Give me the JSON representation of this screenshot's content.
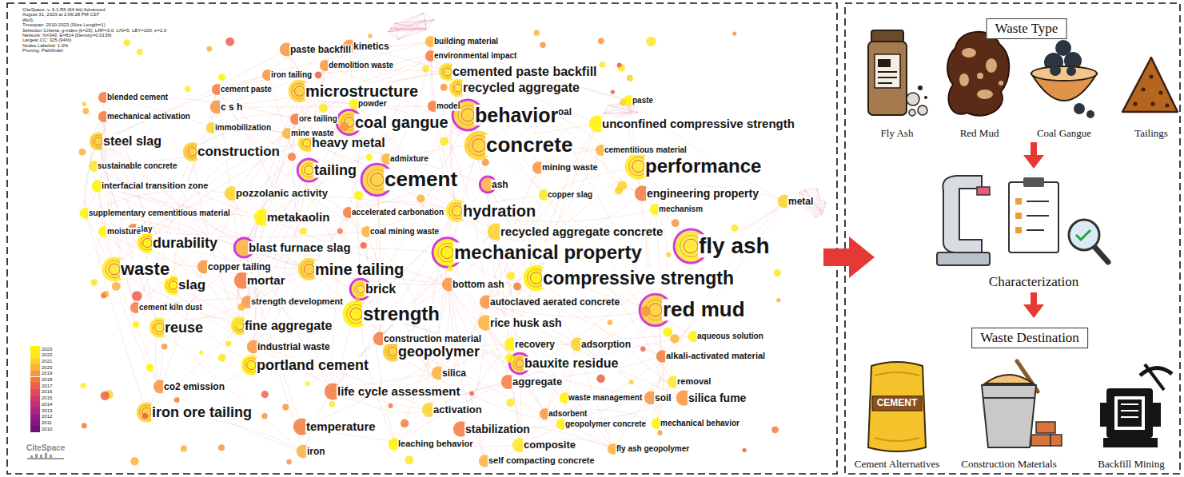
{
  "diagram": {
    "nodes": [
      {
        "text": [
          "Waste Type"
        ]
      },
      {
        "text": [
          "Waste Destination"
        ]
      }
    ],
    "labels": [
      "CiteSpace, v. 6.1.R6 (64-bit) Advanced",
      "August 31, 2023 at 2:06:28 PM CST",
      "WoS:",
      "Timespan: 2010-2023 (Slice Length=1)",
      "Selection Criteria: g-index (k=25), LRF=3.0, L/N=5, LBY=100, e=2.0",
      "Network: N=343, E=814 (Density=0.0139)",
      "Largest CC: 325 (94%)",
      "Nodes Labeled: 1.0%",
      "Pruning: Pathfinder",
      "paste backfill",
      "kinetics",
      "building material",
      "environmental impact",
      "demolition waste",
      "cemented paste backfill",
      "iron tailing",
      "cement paste",
      "microstructure",
      "recycled aggregate",
      "blended cement",
      "paste",
      "powder",
      "model",
      "c s h",
      "coal",
      "behavior",
      "mechanical activation",
      "ore tailing",
      "coal gangue",
      "unconfined compressive strength",
      "immobilization",
      "mine waste",
      "steel slag",
      "heavy metal",
      "concrete",
      "cementitious material",
      "construction",
      "admixture",
      "sustainable concrete",
      "performance",
      "mining waste",
      "tailing",
      "cement",
      "ash",
      "interfacial transition zone",
      "pozzolanic activity",
      "engineering property",
      "copper slag",
      "metal",
      "mechanism",
      "hydration",
      "accelerated carbonation",
      "supplementary cementitious material",
      "metakaolin",
      "clay",
      "moisture",
      "coal mining waste",
      "recycled aggregate concrete",
      "durability",
      "blast furnace slag",
      "fly ash",
      "mechanical property",
      "copper tailing",
      "waste",
      "mine tailing",
      "compressive strength",
      "mortar",
      "bottom ash",
      "slag",
      "brick",
      "strength development",
      "autoclaved aerated concrete",
      "cement kiln dust",
      "red mud",
      "strength",
      "rice husk ash",
      "fine aggregate",
      "reuse",
      "aqueous solution",
      "construction material",
      "recovery",
      "adsorption",
      "industrial waste",
      "geopolymer",
      "alkali-activated material",
      "bauxite residue",
      "portland cement",
      "silica",
      "aggregate",
      "removal",
      "co2 emission",
      "life cycle assessment",
      "waste management",
      "soil",
      "silica fume",
      "activation",
      "iron ore tailing",
      "adsorbent",
      "geopolymer concrete",
      "mechanical behavior",
      "temperature",
      "stabilization",
      "leaching behavior",
      "composite",
      "fly ash geopolymer",
      "iron",
      "self compacting concrete",
      "CiteSpace",
      "Fly Ash",
      "Red Mud",
      "Coal Gangue",
      "Tailings",
      "Characterization",
      "CEMENT",
      "Cement Alternatives",
      "Construction Materials",
      "Backfill Mining"
    ],
    "legend": [
      {
        "text": "2023",
        "color": "#fff200"
      },
      {
        "text": "2022",
        "color": "#fde725"
      },
      {
        "text": "2021",
        "color": "#fcd12a"
      },
      {
        "text": "2020",
        "color": "#fbb13c"
      },
      {
        "text": "2019",
        "color": "#f9943e"
      },
      {
        "text": "2018",
        "color": "#f47a3f"
      },
      {
        "text": "2017",
        "color": "#ec5f49"
      },
      {
        "text": "2016",
        "color": "#e04a5a"
      },
      {
        "text": "2015",
        "color": "#d23a6b"
      },
      {
        "text": "2014",
        "color": "#c02e7a"
      },
      {
        "text": "2013",
        "color": "#ac2583"
      },
      {
        "text": "2012",
        "color": "#971d84"
      },
      {
        "text": "2011",
        "color": "#821880"
      },
      {
        "text": "2010",
        "color": "#6d1478"
      }
    ]
  }
}
